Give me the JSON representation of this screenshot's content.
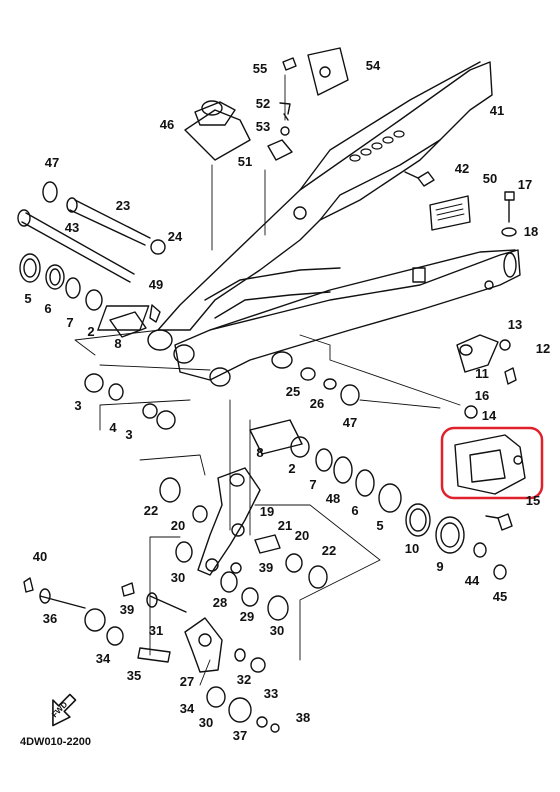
{
  "diagram_ref": "4DW010-2200",
  "fwd_label": "FWD",
  "highlight_color": "#e0202a",
  "highlighted_part": "14",
  "callouts": [
    "55",
    "54",
    "52",
    "53",
    "46",
    "51",
    "41",
    "42",
    "47",
    "23",
    "24",
    "43",
    "50",
    "17",
    "18",
    "5",
    "6",
    "7",
    "2",
    "8",
    "49",
    "13",
    "12",
    "11",
    "25",
    "26",
    "47",
    "16",
    "14",
    "3",
    "4",
    "3",
    "8",
    "2",
    "7",
    "48",
    "6",
    "5",
    "10",
    "9",
    "15",
    "22",
    "20",
    "19",
    "21",
    "20",
    "22",
    "30",
    "39",
    "28",
    "29",
    "30",
    "40",
    "39",
    "36",
    "31",
    "34",
    "44",
    "45",
    "35",
    "27",
    "32",
    "33",
    "34",
    "30",
    "37",
    "38"
  ]
}
